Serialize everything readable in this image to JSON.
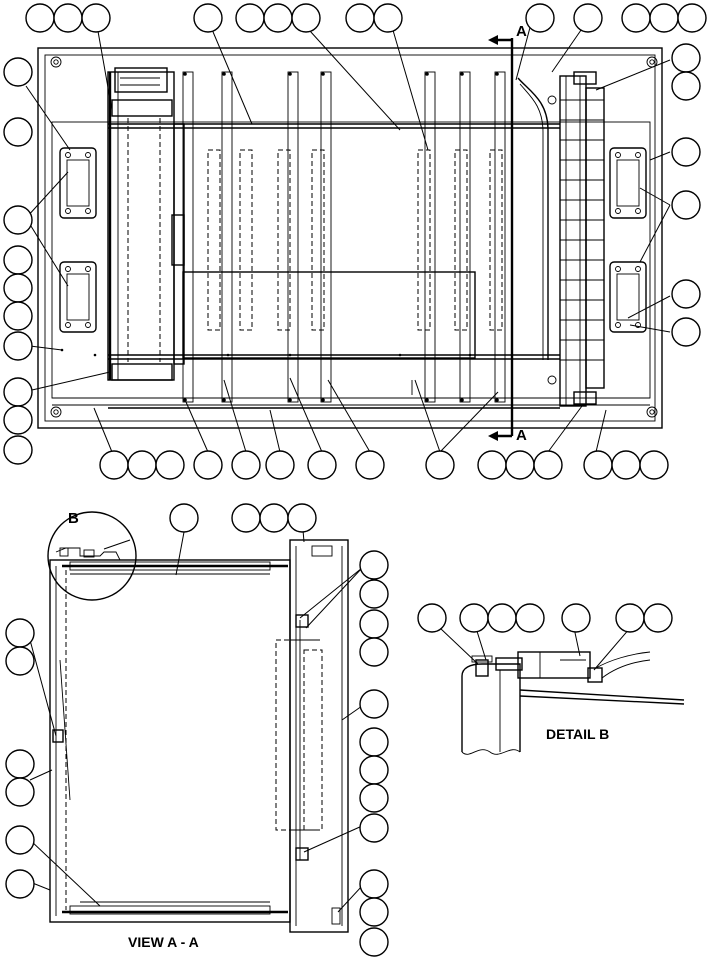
{
  "labels": {
    "section_arrow_top": "A",
    "section_arrow_bottom": "A",
    "detail_marker": "B",
    "detail_caption": "DETAIL B",
    "view_caption": "VIEW A - A"
  }
}
